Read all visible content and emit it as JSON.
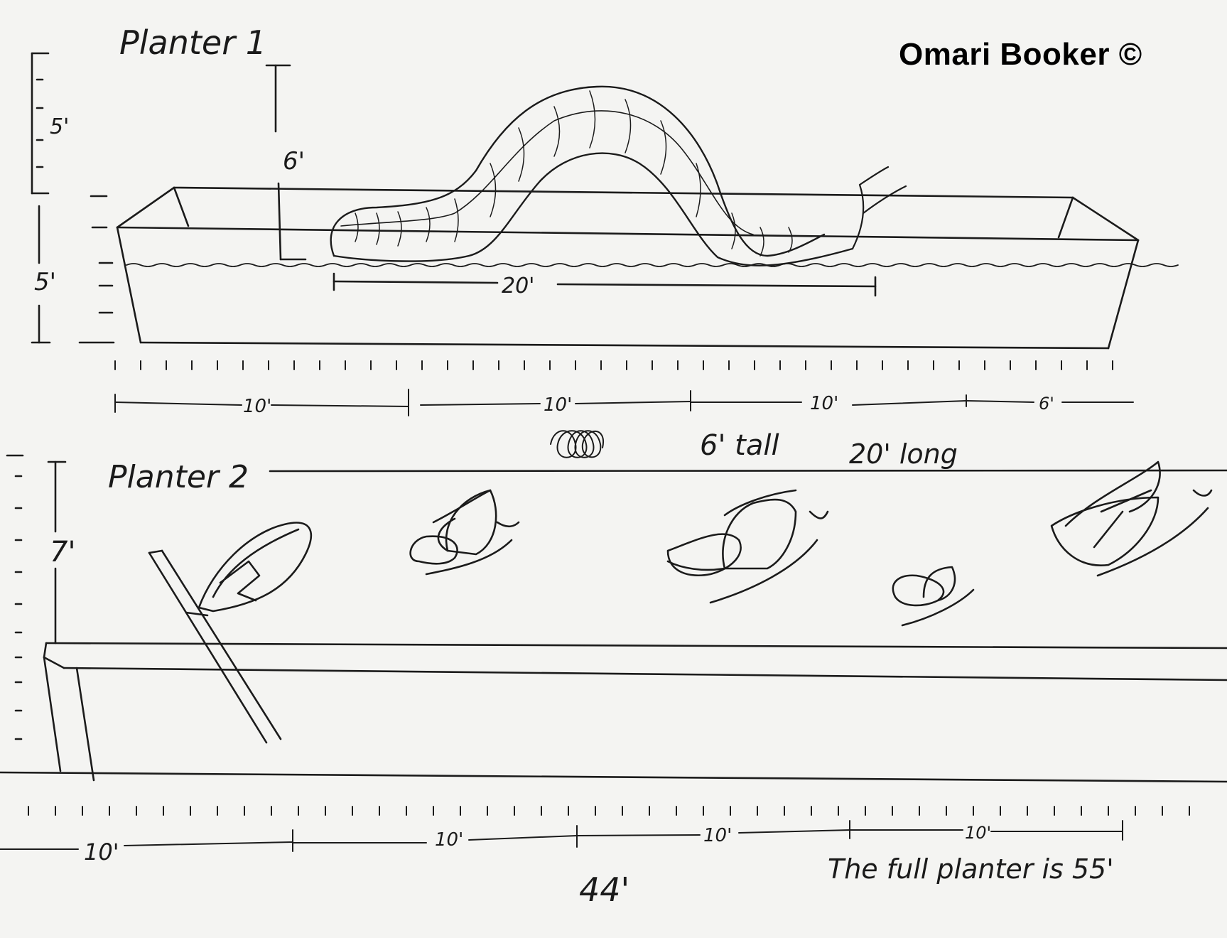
{
  "copyright": "Omari Booker ©",
  "planter1": {
    "title": "Planter 1",
    "height_left_top": "5'",
    "height_left_bottom": "5'",
    "sculpture_height": "6'",
    "sculpture_length": "20'",
    "segments": [
      "10'",
      "10'",
      "10'",
      "6'"
    ],
    "caption_tall": "6' tall",
    "caption_long": "20' long"
  },
  "planter2": {
    "title": "Planter 2",
    "height": "7'",
    "segments": [
      "10'",
      "10'",
      "10'",
      "10'"
    ],
    "total_marked": "44'",
    "note": "The full planter is 55'"
  }
}
